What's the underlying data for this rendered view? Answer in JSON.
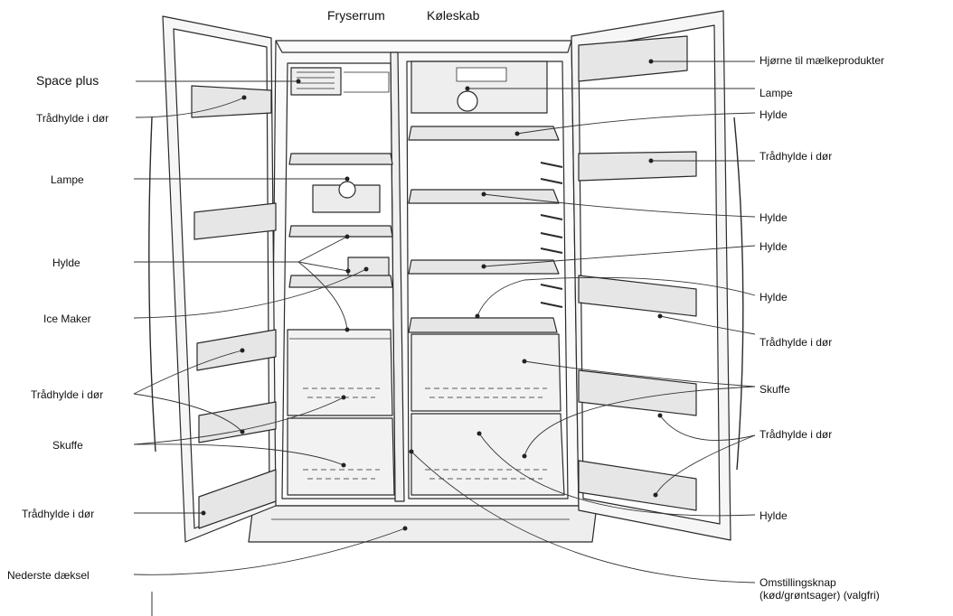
{
  "header": {
    "freezer_title": "Fryserrum",
    "fridge_title": "Køleskab"
  },
  "labels": {
    "space_plus": "Space plus",
    "door_wire_shelf_left_1": "Trådhylde i dør",
    "lamp_left": "Lampe",
    "shelf_left": "Hylde",
    "ice_maker": "Ice Maker",
    "door_wire_shelf_left_2": "Trådhylde i dør",
    "drawer_left": "Skuffe",
    "door_wire_shelf_left_3": "Trådhylde i dør",
    "bottom_cover": "Nederste dæksel",
    "dairy_corner": "Hjørne til mælkeprodukter",
    "lamp_right": "Lampe",
    "shelf_right_1": "Hylde",
    "door_wire_shelf_right_1": "Trådhylde i dør",
    "shelf_right_2": "Hylde",
    "shelf_right_3": "Hylde",
    "shelf_right_4": "Hylde",
    "door_wire_shelf_right_2": "Trådhylde i dør",
    "drawer_right": "Skuffe",
    "door_wire_shelf_right_3": "Trådhylde i dør",
    "shelf_right_5": "Hylde",
    "switch_button": "Omstillingsknap\n(kød/grøntsager) (valgfri)"
  },
  "colors": {
    "line": "#2a2a2a",
    "shelf_fill": "#e6e6e6",
    "background": "#ffffff"
  }
}
